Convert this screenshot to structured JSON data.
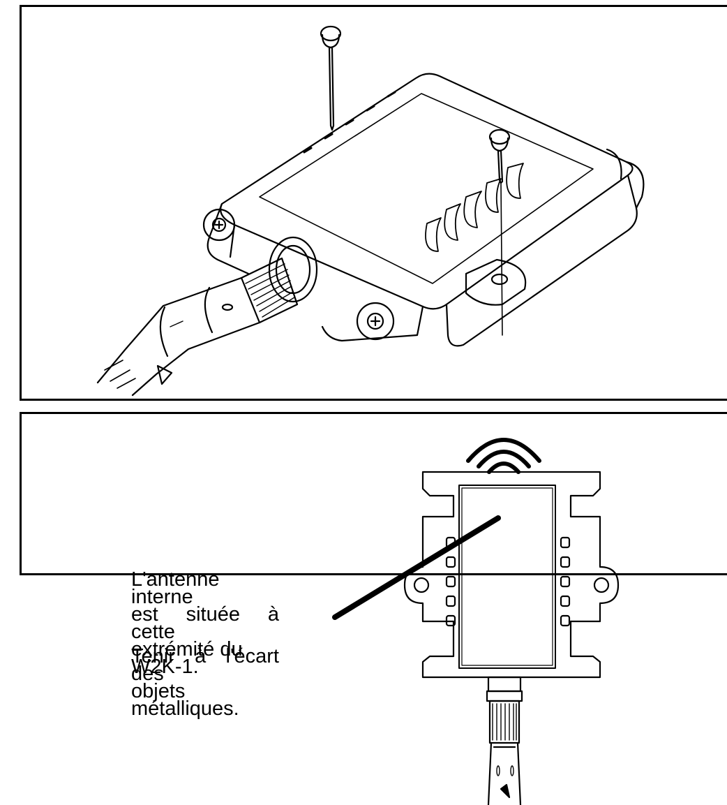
{
  "figure": {
    "top_panel": {
      "description_hidden": true
    },
    "bottom_panel": {
      "note_lines": [
        "L'antenne interne",
        "est située à cette",
        "extrémité du",
        "W2K-1."
      ],
      "warning_lines": [
        "Tenir à l'écart des",
        "objets métalliques."
      ]
    }
  },
  "colors": {
    "line": "#000000",
    "background": "#ffffff"
  }
}
